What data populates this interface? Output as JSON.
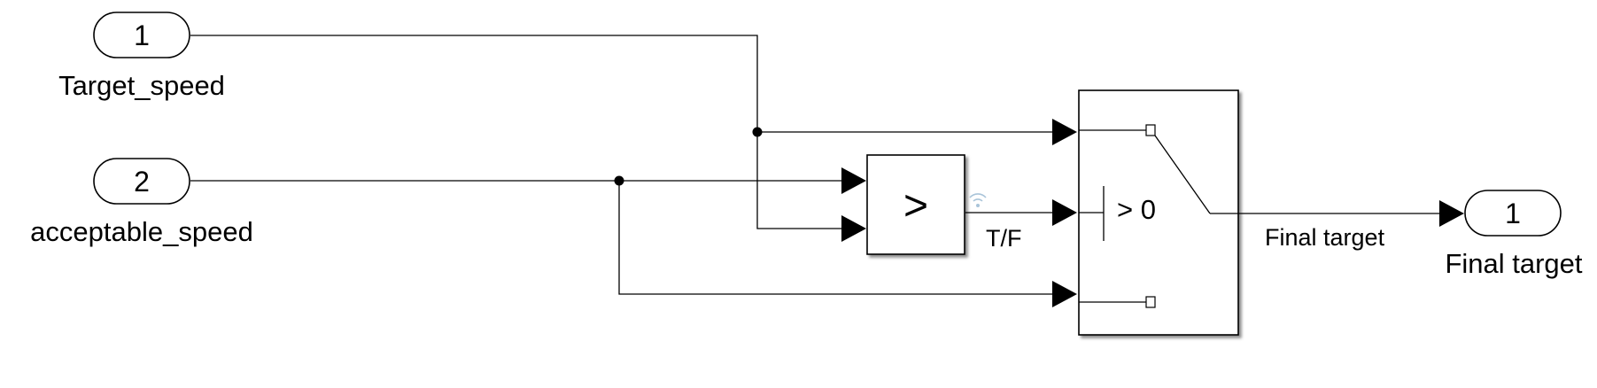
{
  "inports": [
    {
      "number": "1",
      "name": "Target_speed"
    },
    {
      "number": "2",
      "name": "acceptable_speed"
    }
  ],
  "relational": {
    "operator": ">",
    "output_signal": "T/F"
  },
  "switch": {
    "criteria": "> 0"
  },
  "output_signal": "Final target",
  "outport": {
    "number": "1",
    "name": "Final target"
  }
}
